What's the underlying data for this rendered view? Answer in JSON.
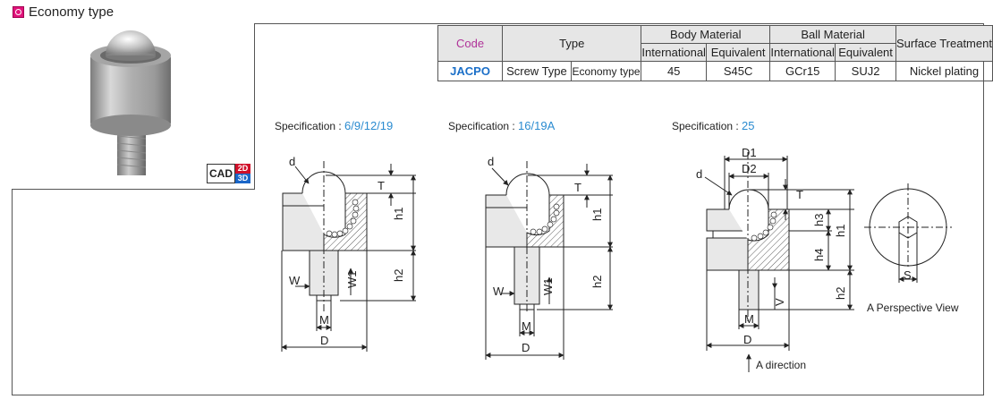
{
  "header": {
    "title": "Economy type"
  },
  "cad": {
    "label": "CAD",
    "d2": "2D",
    "d3": "3D"
  },
  "table": {
    "code_header": "Code",
    "type_header": "Type",
    "body_material_header": "Body Material",
    "ball_material_header": "Ball Material",
    "surface_header": "Surface Treatment",
    "international": "International",
    "equivalent": "Equivalent",
    "row": {
      "code": "JACPO",
      "type1": "Screw Type",
      "type2": "Economy type",
      "body_international": "45",
      "body_equivalent": "S45C",
      "ball_international": "GCr15",
      "ball_equivalent": "SUJ2",
      "surface": "Nickel plating"
    }
  },
  "specs": [
    {
      "prefix": "Specification : ",
      "value": "6/9/12/19"
    },
    {
      "prefix": "Specification : ",
      "value": "16/19A"
    },
    {
      "prefix": "Specification : ",
      "value": "25"
    }
  ],
  "dims": {
    "d": "d",
    "T": "T",
    "h1": "h1",
    "h2": "h2",
    "h3": "h3",
    "h4": "h4",
    "W": "W",
    "W1": "W1",
    "M": "M",
    "D": "D",
    "D1": "D1",
    "D2": "D2",
    "V": "V",
    "S": "S",
    "a_direction": "A direction",
    "a_view": "A Perspective View"
  }
}
